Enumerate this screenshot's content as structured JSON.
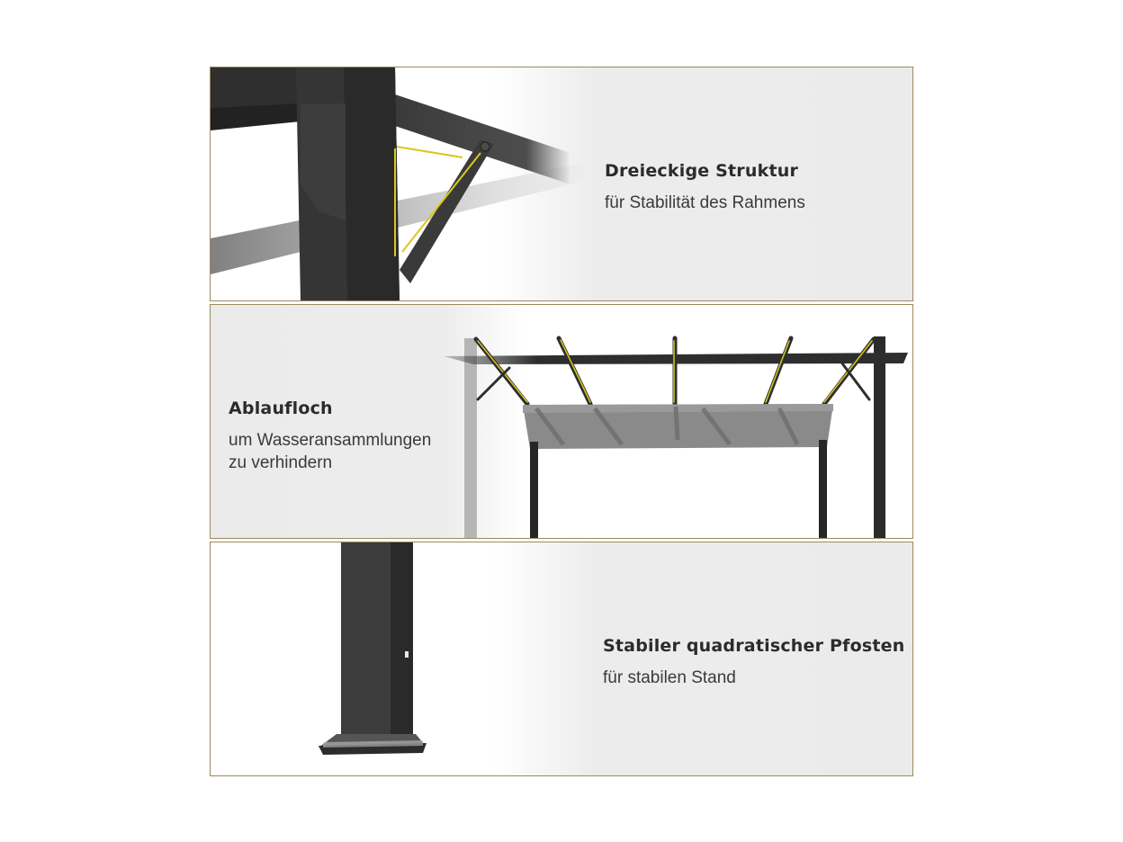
{
  "panels": [
    {
      "id": "triangular-structure",
      "title": "Dreieckige Struktur",
      "subtitle_lines": [
        "für Stabilität des Rahmens"
      ],
      "image": "pergola-corner-bracket-closeup"
    },
    {
      "id": "drain-hole",
      "title": "Ablaufloch",
      "subtitle_lines": [
        "um Wasseransammlungen",
        "zu verhindern"
      ],
      "image": "pergola-frame-with-retractable-canopy"
    },
    {
      "id": "square-post",
      "title": "Stabiler quadratischer Pfosten",
      "subtitle_lines": [
        "für stabilen Stand"
      ],
      "image": "square-post-with-base-plate"
    }
  ],
  "colors": {
    "border": "#9b8a5e",
    "panel_bg": "#ebebeb",
    "frame_dark": "#2e2e2e",
    "highlight_yellow": "#d8c81e",
    "canopy_gray": "#8a8a8a",
    "title_text": "#2b2b2b",
    "subtitle_text": "#3a3a3a"
  }
}
